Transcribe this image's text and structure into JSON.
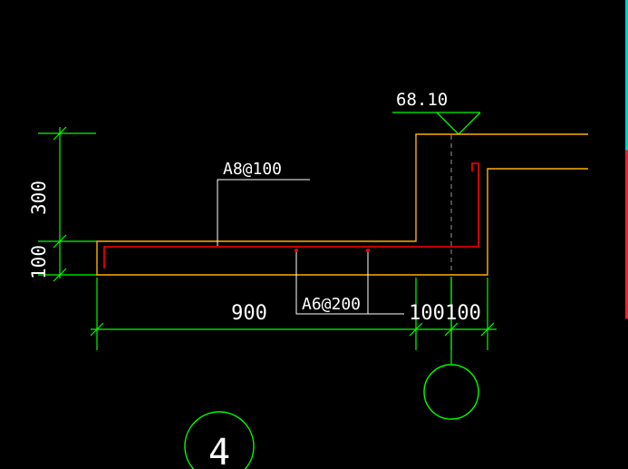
{
  "drawing": {
    "elevation_label": "68.10",
    "rebar_top_label": "A8@100",
    "rebar_bottom_label": "A6@200",
    "dimensions": {
      "height_300": "300",
      "height_100": "100",
      "length_900": "900",
      "width_100_a": "100",
      "width_100_b": "100"
    },
    "section_number": "4"
  },
  "colors": {
    "background": "#000000",
    "dimension_lines": "#00ff00",
    "concrete_outline": "#ffb000",
    "rebar": "#ff0000",
    "leaders": "#ffffff",
    "axis_line": "#9a9a9a",
    "side_strip_top": "#00d0d0",
    "side_strip_bottom": "#ff2020"
  }
}
